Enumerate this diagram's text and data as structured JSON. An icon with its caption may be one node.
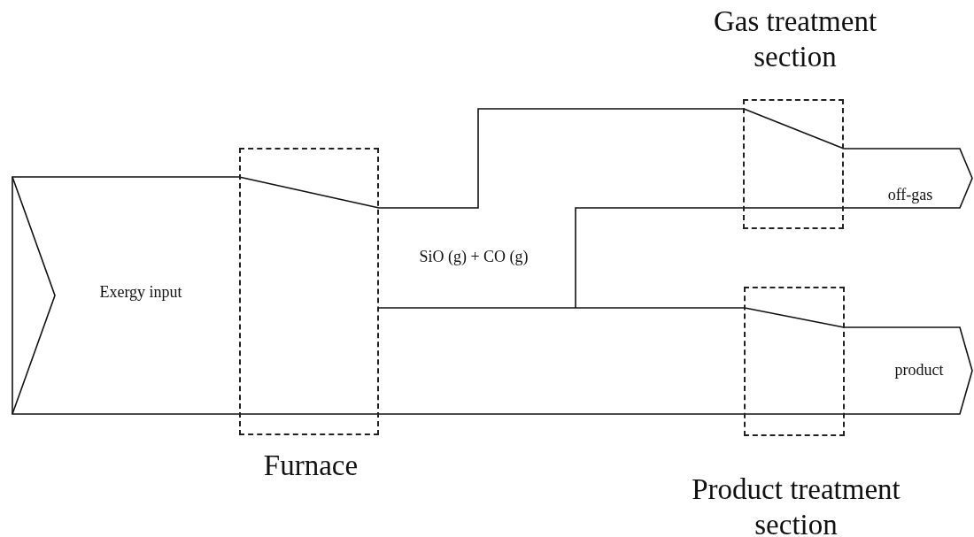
{
  "diagram": {
    "nodes": [
      {
        "text": [
          "Exergy input"
        ]
      },
      {
        "text": [
          "Furnace"
        ]
      },
      {
        "text": [
          "Gas treatment section"
        ]
      },
      {
        "text": [
          "Product treatment section"
        ]
      },
      {
        "text": [
          "off-gas"
        ]
      },
      {
        "text": [
          "product"
        ]
      }
    ],
    "edges": [
      {
        "from": 1,
        "to": 2,
        "arrow": "none",
        "label": "SiO (g) + CO (g)"
      },
      {
        "from": 1,
        "to": 3,
        "arrow": "none"
      }
    ]
  }
}
